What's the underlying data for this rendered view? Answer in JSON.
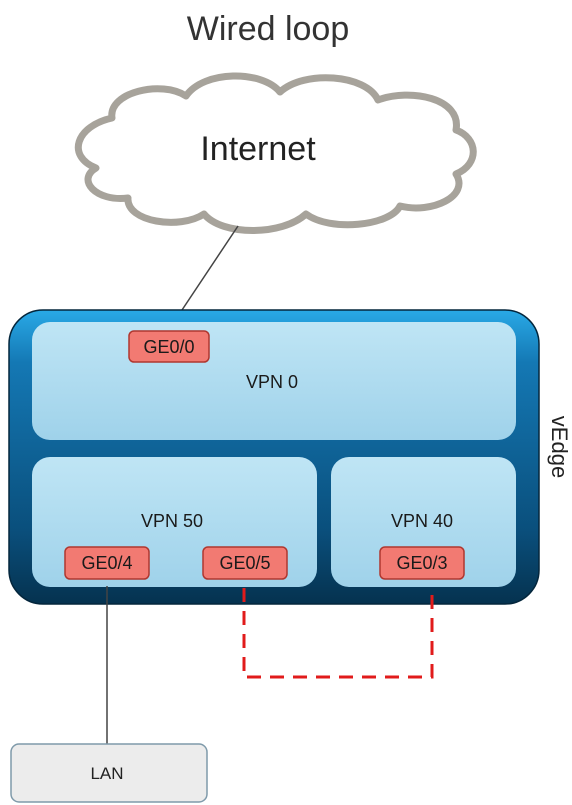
{
  "title": "Wired loop",
  "cloud": {
    "label": "Internet"
  },
  "device": {
    "label": "vEdge",
    "vpns": {
      "vpn0": {
        "label": "VPN 0",
        "port": "GE0/0"
      },
      "vpn50": {
        "label": "VPN 50",
        "ports": [
          "GE0/4",
          "GE0/5"
        ]
      },
      "vpn40": {
        "label": "VPN 40",
        "port": "GE0/3"
      }
    }
  },
  "lan": {
    "label": "LAN"
  },
  "colors": {
    "device_outer": "#0b5f91",
    "device_highlight": "#29a9e6",
    "vpn_fill": "#a8d8ee",
    "port_fill": "#f27a72",
    "port_stroke": "#b0372f",
    "loop_link": "#e11b1b",
    "cloud_stroke": "#a7a39b",
    "lan_fill": "#ececec",
    "lan_stroke": "#7f9aaa"
  }
}
